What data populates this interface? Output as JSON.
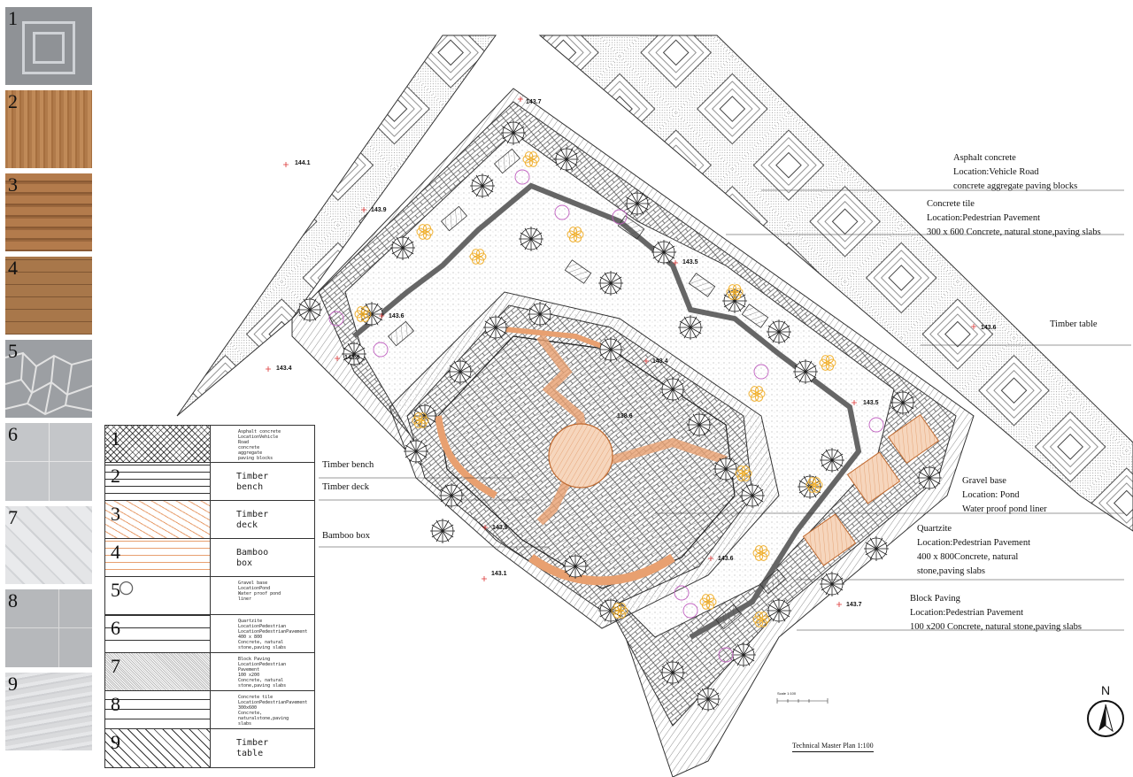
{
  "swatches": [
    "1",
    "2",
    "3",
    "4",
    "5",
    "6",
    "7",
    "8",
    "9"
  ],
  "callouts": {
    "asphalt": {
      "line1": "Asphalt concrete",
      "line2": "Location:Vehicle Road",
      "line3": "concrete aggregate paving blocks"
    },
    "concrete_tile": {
      "line1": "Concrete tile",
      "line2": "Location:Pedestrian Pavement",
      "line3": "300 x 600 Concrete, natural stone,paving slabs"
    },
    "timber_table": "Timber table",
    "timber_bench": "Timber bench",
    "timber_deck": "Timber deck",
    "bamboo_box": "Bamboo box",
    "gravel": {
      "line1": "Gravel base",
      "line2": "Location: Pond",
      "line3": "Water proof pond liner"
    },
    "quartzite": {
      "line1": "Quartzite",
      "line2": "Location:Pedestrian Pavement",
      "line3": "400 x 800Concrete, natural",
      "line4": "stone,paving slabs"
    },
    "block_paving": {
      "line1": "Block Paving",
      "line2": "Location:Pedestrian Pavement",
      "line3": "100 x200 Concrete, natural stone,paving slabs"
    }
  },
  "spot_levels": {
    "l1": "143.7",
    "l2": "144.1",
    "l3": "143.9",
    "l4": "143.5",
    "l5": "143.6",
    "l6": "143.6",
    "l7": "143.9",
    "l8": "143.4",
    "l9": "143.4",
    "l10": "138.6",
    "l11": "143.5",
    "l12": "143.9",
    "l13": "143.6",
    "l14": "143.1",
    "l15": "143.7"
  },
  "legend": [
    {
      "num": "1",
      "text": "Asphalt concrete\nLocationVehicle\nRoad\nconcrete\naggregate\npaving blocks",
      "size": "small"
    },
    {
      "num": "2",
      "text": "Timber\nbench",
      "size": "big"
    },
    {
      "num": "3",
      "text": "Timber\ndeck",
      "size": "big"
    },
    {
      "num": "4",
      "text": "Bamboo\nbox",
      "size": "big"
    },
    {
      "num": "5",
      "text": "Gravel base\nLocationPond\nWater proof pond\nliner",
      "size": "small"
    },
    {
      "num": "6",
      "text": "Quartzite\nLocationPedestrian\nLocationPedestrianPavement\n400 x 800\nConcrete, natural\nstone,paving slabs",
      "size": "small"
    },
    {
      "num": "7",
      "text": "Block Paving\nLocationPedestrian\nPavement\n100 x200\nConcrete, natural\nstone,paving slabs",
      "size": "small"
    },
    {
      "num": "8",
      "text": "Concrete tile\nLocationPedestrianPavement\n300x600\nConcrete,\nnaturalstone,paving\nslabs",
      "size": "small"
    },
    {
      "num": "9",
      "text": "Timber\ntable",
      "size": "big"
    }
  ],
  "scale_label": "Scale 1:100",
  "master_plan": "Technical Master Plan 1:100",
  "north": "N",
  "colors": {
    "timber": "#e8a070",
    "timber_fill": "#f6d6bd",
    "tree_yellow": "#f0b030",
    "tree_pink": "#c060c0",
    "gray": "#888888"
  }
}
